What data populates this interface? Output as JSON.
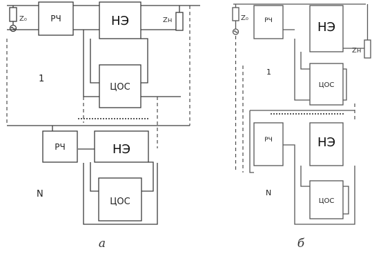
{
  "panel_a": {
    "source_label": "Z₀",
    "load_label": "Zн",
    "rch_top": "РЧ",
    "ne_top": "НЭ",
    "cos_top": "ЦОС",
    "index_first": "1",
    "rch_bottom": "РЧ",
    "ne_bottom": "НЭ",
    "cos_bottom": "ЦОС",
    "index_last": "N",
    "caption": "а"
  },
  "panel_b": {
    "source_label": "Z₀",
    "load_label": "Zн",
    "rch_top": "РЧ",
    "ne_top": "НЭ",
    "cos_top": "ЦОС",
    "index_first": "1",
    "rch_bottom": "РЧ",
    "ne_bottom": "НЭ",
    "cos_bottom": "ЦОС",
    "index_last": "N",
    "caption": "б"
  },
  "colors": {
    "line": "#3a3a3a",
    "background": "#ffffff"
  }
}
